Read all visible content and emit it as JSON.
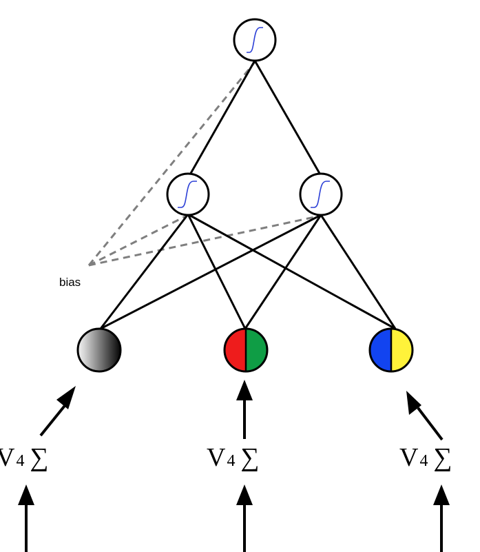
{
  "diagram": {
    "bias_label": "bias",
    "sum_symbol": "∑",
    "input_labels": [
      {
        "var": "V",
        "sub": "4"
      },
      {
        "var": "V",
        "sub": "4"
      },
      {
        "var": "V",
        "sub": "4"
      }
    ],
    "hidden_activation": "sigmoid",
    "input_nodes": [
      {
        "fill": "grayscale-gradient",
        "colors": [
          "#ffffff",
          "#000000"
        ]
      },
      {
        "fill": "split",
        "colors": [
          "#ee1c1c",
          "#0f9d45"
        ]
      },
      {
        "fill": "split",
        "colors": [
          "#1244f0",
          "#fff23a"
        ]
      }
    ],
    "connection_color": "#000000",
    "bias_line_color": "#7f7f7f",
    "sigmoid_color": "#2b3fd6"
  }
}
